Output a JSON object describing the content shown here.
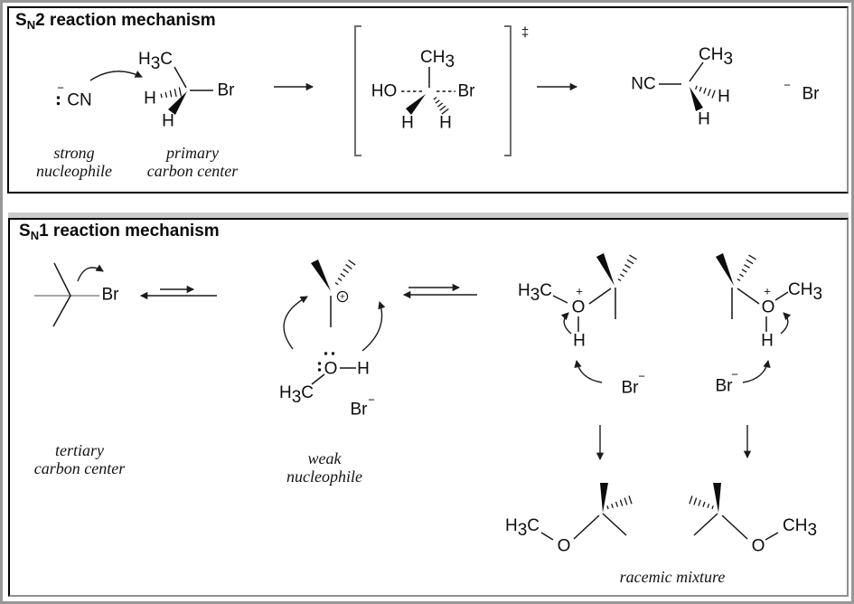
{
  "sn2": {
    "title": {
      "s": "S",
      "sub": "N",
      "rest": "2 reaction mechanism"
    },
    "nucleophile": {
      "formula": "CN",
      "charge": "−",
      "caption1": "strong",
      "caption2": "nucleophile"
    },
    "substrate": {
      "methyl_h": "H",
      "methyl_sub": "3",
      "methyl_c": "C",
      "halide": "Br",
      "h_left": "H",
      "h_bottom": "H",
      "caption1": "primary",
      "caption2": "carbon center"
    },
    "transition_state": {
      "methyl": "CH",
      "methyl_sub": "3",
      "hydroxyl": "HO",
      "halide": "Br",
      "h_left": "H",
      "h_right": "H",
      "dagger": "‡"
    },
    "product": {
      "nitrile": "NC",
      "methyl": "CH",
      "methyl_sub": "3",
      "h_right": "H",
      "h_bottom": "H",
      "bromide_charge": "−",
      "bromide": "Br"
    }
  },
  "sn1": {
    "title": {
      "s": "S",
      "sub": "N",
      "rest": "1 reaction mechanism"
    },
    "substrate": {
      "halide": "Br",
      "caption1": "tertiary",
      "caption2": "carbon center"
    },
    "carbocation": {
      "charge": "+"
    },
    "methanol": {
      "methyl_h": "H",
      "methyl_sub": "3",
      "methyl_c": "C",
      "oxygen": "O",
      "hydrogen": "H",
      "caption1": "weak",
      "caption2": "nucleophile"
    },
    "bromide_a": {
      "symbol": "Br",
      "charge": "−"
    },
    "oxonium_left": {
      "methyl_h": "H",
      "methyl_sub": "3",
      "methyl_c": "C",
      "charge": "+",
      "oxygen": "O",
      "hydrogen": "H",
      "bromide": "Br",
      "bromide_charge": "−"
    },
    "oxonium_right": {
      "methyl": "CH",
      "methyl_sub": "3",
      "charge": "+",
      "oxygen": "O",
      "hydrogen": "H",
      "bromide": "Br",
      "bromide_charge": "−"
    },
    "ether_left": {
      "methyl_h": "H",
      "methyl_sub": "3",
      "methyl_c": "C",
      "oxygen": "O"
    },
    "ether_right": {
      "oxygen": "O",
      "methyl": "CH",
      "methyl_sub": "3"
    },
    "racemic_caption": "racemic mixture"
  }
}
